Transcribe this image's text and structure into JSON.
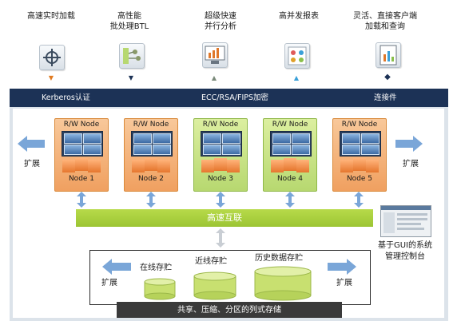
{
  "features": [
    {
      "label": "高速实时加载",
      "icon": "crosshair-load-icon",
      "marker": "▼",
      "marker_color": "#e07a20"
    },
    {
      "label": "高性能\n批处理BTL",
      "icon": "batch-process-icon",
      "marker": "▼",
      "marker_color": "#1c3256"
    },
    {
      "label": "超级快速\n并行分析",
      "icon": "parallel-analysis-icon",
      "marker": "▲",
      "marker_color": "#7a8a7a"
    },
    {
      "label": "高并发报表",
      "icon": "report-icon",
      "marker": "▲",
      "marker_color": "#3aa0d8"
    },
    {
      "label": "灵活、直接客户端\n加载和查询",
      "icon": "client-query-icon",
      "marker": "◆",
      "marker_color": "#1c3256"
    }
  ],
  "topbar": {
    "left": "Kerberos认证",
    "center": "ECC/RSA/FIPS加密",
    "right": "连接件"
  },
  "nodes": [
    {
      "title": "R/W Node",
      "label": "Node 1",
      "style": "orange"
    },
    {
      "title": "R/W Node",
      "label": "Node 2",
      "style": "orange"
    },
    {
      "title": "R/W Node",
      "label": "Node 3",
      "style": "green"
    },
    {
      "title": "R/W Node",
      "label": "Node 4",
      "style": "green"
    },
    {
      "title": "R/W Node",
      "label": "Node 5",
      "style": "orange"
    }
  ],
  "expand_label": "扩展",
  "interconnect": "高速互联",
  "gui_console": "基于GUI的系统\n管理控制台",
  "storage": {
    "tiers": [
      "在线存贮",
      "近线存贮",
      "历史数据存贮"
    ],
    "footer": "共享、压缩、分区的列式存储"
  },
  "colors": {
    "navy": "#1c3256",
    "interconnect_green": "#a6cc3a",
    "node_orange": "#f0a060",
    "node_green": "#b7d870",
    "arrow_blue": "#7aa6d8",
    "cylinder_green": "#c8e070"
  }
}
